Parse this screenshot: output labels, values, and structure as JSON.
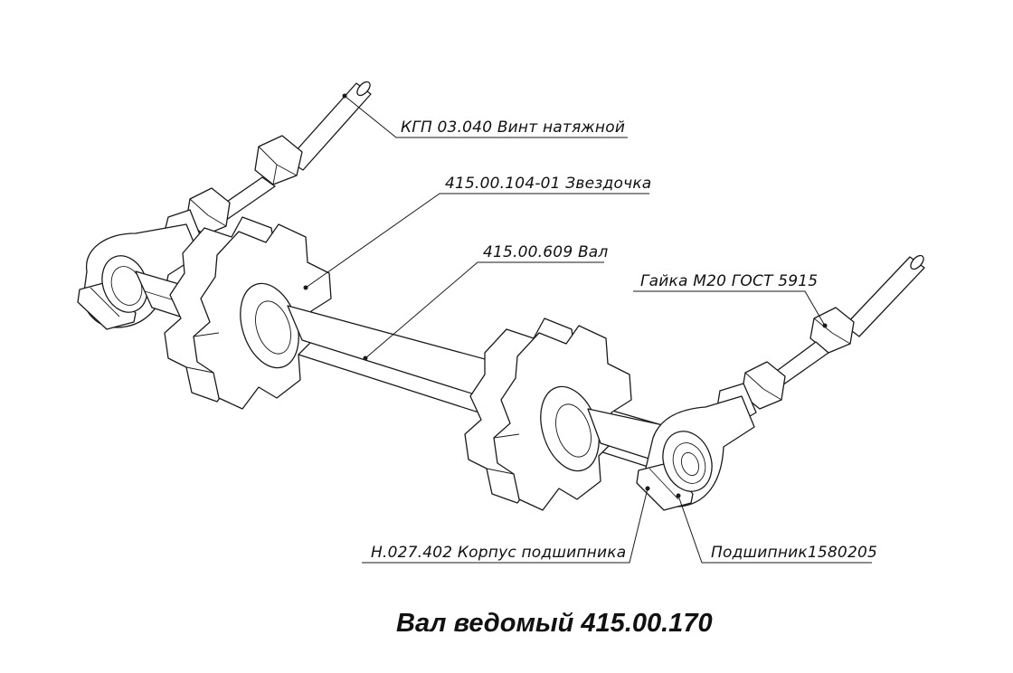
{
  "drawing": {
    "title": "Вал ведомый 415.00.170",
    "callouts": [
      {
        "id": "tension-screw",
        "text": "КГП 03.040 Винт натяжной"
      },
      {
        "id": "sprocket",
        "text": "415.00.104-01 Звездочка"
      },
      {
        "id": "shaft",
        "text": "415.00.609 Вал"
      },
      {
        "id": "nut",
        "text": "Гайка М20 ГОСТ 5915"
      },
      {
        "id": "bearing-housing",
        "text": "Н.027.402 Корпус подшипника"
      },
      {
        "id": "bearing",
        "text": "Подшипник1580205"
      }
    ]
  }
}
